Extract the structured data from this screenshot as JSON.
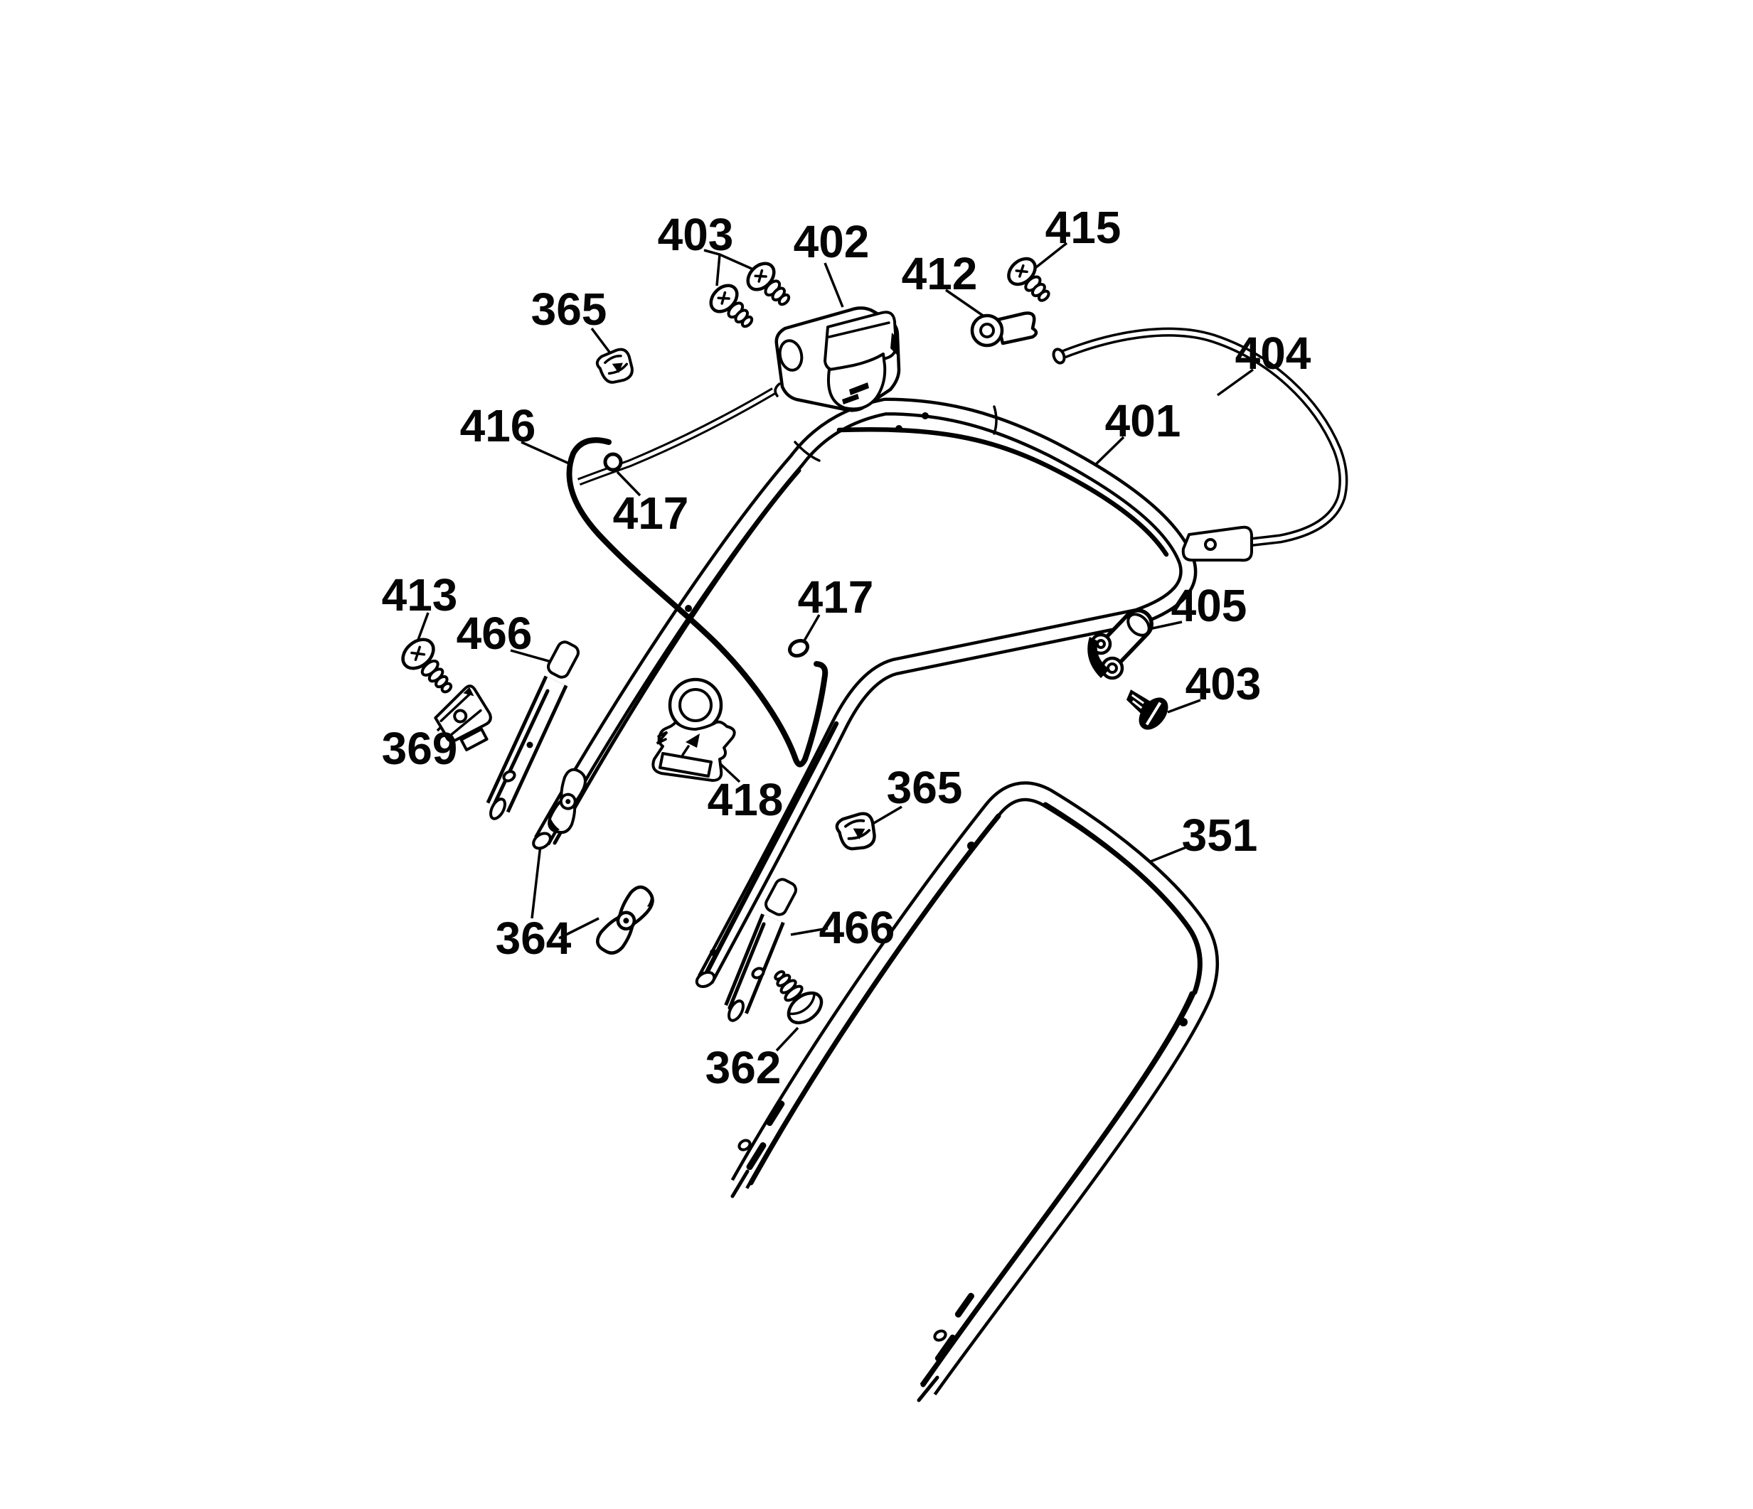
{
  "figure": {
    "type": "exploded-parts-diagram",
    "subject": "mower handle assembly",
    "background_color": "#ffffff",
    "line_color": "#000000"
  },
  "callouts": [
    {
      "text": "403",
      "part": "pan-head-screws-pair"
    },
    {
      "text": "402",
      "part": "switch-housing"
    },
    {
      "text": "412",
      "part": "cable-lever"
    },
    {
      "text": "415",
      "part": "pan-head-screw"
    },
    {
      "text": "365",
      "part": "cable-clip-upper"
    },
    {
      "text": "404",
      "part": "guide-rod"
    },
    {
      "text": "416",
      "part": "control-cable"
    },
    {
      "text": "401",
      "part": "upper-handle"
    },
    {
      "text": "417",
      "part": "cable-ring-left"
    },
    {
      "text": "413",
      "part": "clamp-screw"
    },
    {
      "text": "466",
      "part": "guide-tube-upper"
    },
    {
      "text": "369",
      "part": "cable-clamp"
    },
    {
      "text": "417",
      "part": "cable-ring-right"
    },
    {
      "text": "418",
      "part": "cable-guide-bracket"
    },
    {
      "text": "405",
      "part": "pivot-bracket"
    },
    {
      "text": "403",
      "part": "flat-head-screw"
    },
    {
      "text": "365",
      "part": "cable-clip-lower"
    },
    {
      "text": "351",
      "part": "lower-handle"
    },
    {
      "text": "364",
      "part": "wing-knobs"
    },
    {
      "text": "466",
      "part": "guide-tube-lower"
    },
    {
      "text": "362",
      "part": "carriage-bolt"
    }
  ]
}
